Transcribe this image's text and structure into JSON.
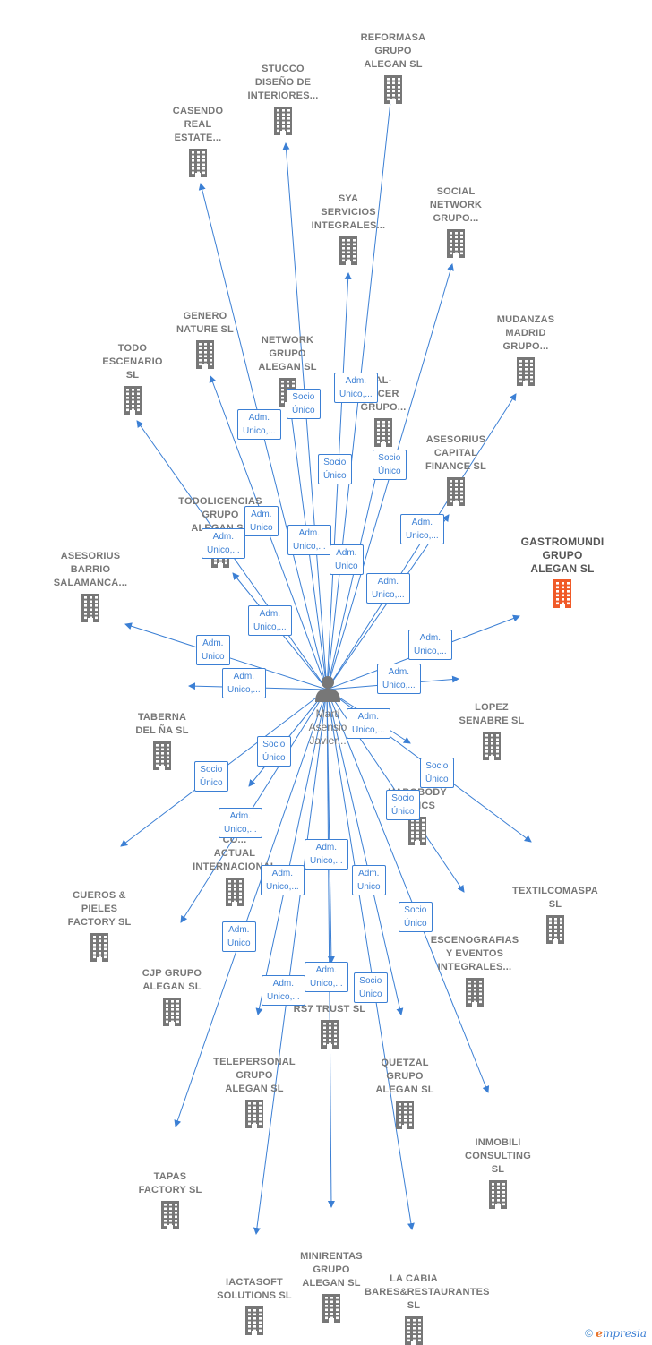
{
  "center": {
    "name": "Marti\nAsensio\nJavier..."
  },
  "footer": {
    "copyright": "©",
    "brand_e": "e",
    "brand_rest": "mpresia"
  },
  "companies": [
    {
      "id": "reformasa",
      "name": "REFORMASA\nGRUPO\nALEGAN  SL"
    },
    {
      "id": "stucco",
      "name": "STUCCO\nDISEÑO DE\nINTERIORES..."
    },
    {
      "id": "casendo",
      "name": "CASENDO\nREAL\nESTATE..."
    },
    {
      "id": "sya",
      "name": "SYA\nSERVICIOS\nINTEGRALES..."
    },
    {
      "id": "social",
      "name": "SOCIAL\nNETWORK\nGRUPO..."
    },
    {
      "id": "mudanzas",
      "name": "MUDANZAS\nMADRID\nGRUPO..."
    },
    {
      "id": "genero",
      "name": "GENERO\nNATURE SL"
    },
    {
      "id": "network",
      "name": "NETWORK\nGRUPO\nALEGAN  SL"
    },
    {
      "id": "alnicer",
      "name": "AL-\nNICER\nGRUPO..."
    },
    {
      "id": "todo",
      "name": "TODO\nESCENARIO\nSL"
    },
    {
      "id": "capital",
      "name": "ASESORIUS\nCAPITAL\nFINANCE  SL"
    },
    {
      "id": "todolicencias",
      "name": "TODOLICENCIAS\nGRUPO\nALEGAN  SL"
    },
    {
      "id": "gastromundi",
      "name": "GASTROMUNDI\nGRUPO\nALEGAN  SL"
    },
    {
      "id": "barrio",
      "name": "ASESORIUS\nBARRIO\nSALAMANCA..."
    },
    {
      "id": "taberna",
      "name": "TABERNA\nDEL ÑA  SL"
    },
    {
      "id": "lopez",
      "name": "LOPEZ\nSENABRE  SL"
    },
    {
      "id": "bodyattics",
      "name": "HABOBODY\nATTICS"
    },
    {
      "id": "actual",
      "name": "CO...\nACTUAL\nINTERNACIONAL"
    },
    {
      "id": "textil",
      "name": "TEXTILCOMASPA\nSL"
    },
    {
      "id": "cueros",
      "name": "CUEROS &\nPIELES\nFACTORY  SL"
    },
    {
      "id": "escenografias",
      "name": "ESCENOGRAFIAS\nY EVENTOS\nINTEGRALES..."
    },
    {
      "id": "cjp",
      "name": "CJP GRUPO\nALEGAN  SL"
    },
    {
      "id": "rs7",
      "name": "RS7 TRUST  SL"
    },
    {
      "id": "telepersonal",
      "name": "TELEPERSONAL\nGRUPO\nALEGAN  SL"
    },
    {
      "id": "quetzal",
      "name": "QUETZAL\nGRUPO\nALEGAN  SL"
    },
    {
      "id": "inmobili",
      "name": "INMOBILI\nCONSULTING\nSL"
    },
    {
      "id": "tapas",
      "name": "TAPAS\nFACTORY  SL"
    },
    {
      "id": "minirentas",
      "name": "MINIRENTAS\nGRUPO\nALEGAN  SL"
    },
    {
      "id": "iactasoft",
      "name": "IACTASOFT\nSOLUTIONS  SL"
    },
    {
      "id": "cabia",
      "name": "LA CABIA\nBARES&RESTAURANTES\nSL"
    }
  ],
  "badges": [
    {
      "text": "Adm.\nUnico,..."
    },
    {
      "text": "Socio\nÚnico"
    },
    {
      "text": "Adm.\nUnico,..."
    },
    {
      "text": "Socio\nÚnico"
    },
    {
      "text": "Socio\nÚnico"
    },
    {
      "text": "Adm.\nUnico"
    },
    {
      "text": "Adm.\nUnico,..."
    },
    {
      "text": "Adm.\nUnico,..."
    },
    {
      "text": "Adm.\nUnico"
    },
    {
      "text": "Adm.\nUnico,..."
    },
    {
      "text": "Adm.\nUnico,..."
    },
    {
      "text": "Adm.\nUnico,..."
    },
    {
      "text": "Adm.\nUnico"
    },
    {
      "text": "Adm.\nUnico,..."
    },
    {
      "text": "Adm.\nUnico,..."
    },
    {
      "text": "Adm.\nUnico,..."
    },
    {
      "text": "Adm.\nUnico,..."
    },
    {
      "text": "Socio\nÚnico"
    },
    {
      "text": "Socio\nÚnico"
    },
    {
      "text": "Socio\nÚnico"
    },
    {
      "text": "Adm.\nUnico,..."
    },
    {
      "text": "Socio\nÚnico"
    },
    {
      "text": "Adm.\nUnico,..."
    },
    {
      "text": "Adm.\nUnico,..."
    },
    {
      "text": "Adm.\nUnico"
    },
    {
      "text": "Adm.\nUnico"
    },
    {
      "text": "Socio\nÚnico"
    },
    {
      "text": "Adm.\nUnico,..."
    },
    {
      "text": "Adm.\nUnico,..."
    },
    {
      "text": "Socio\nÚnico"
    }
  ],
  "colors": {
    "edge": "#3b7fd4",
    "building": "#777777",
    "highlight": "#f05a28",
    "label": "#777777"
  }
}
